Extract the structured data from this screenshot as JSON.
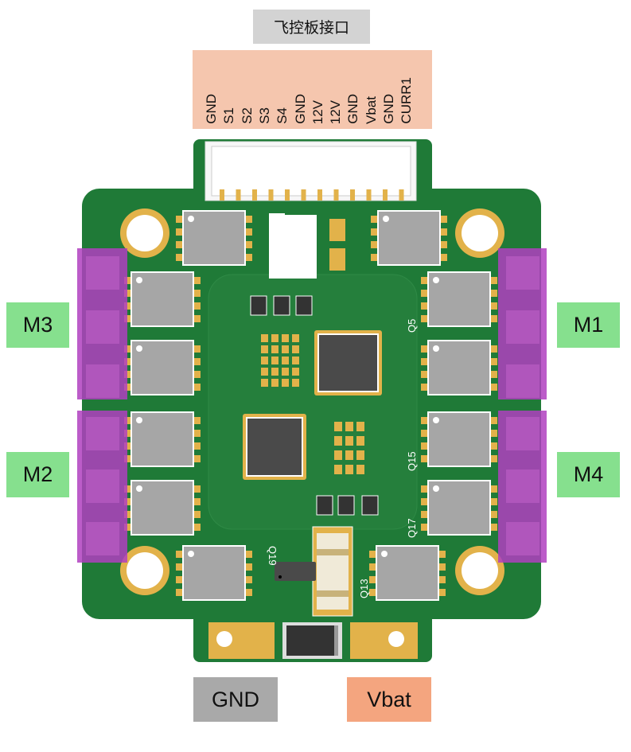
{
  "title": "飞控板接口",
  "header_pins": [
    "GND",
    "S1",
    "S2",
    "S3",
    "S4",
    "GND",
    "12V",
    "12V",
    "GND",
    "Vbat",
    "GND",
    "CURR1"
  ],
  "motors": {
    "m1": "M1",
    "m2": "M2",
    "m3": "M3",
    "m4": "M4"
  },
  "power": {
    "gnd": "GND",
    "vbat": "Vbat"
  },
  "silkscreen": {
    "q5": "Q5",
    "q15": "Q15",
    "q17": "Q17",
    "q13": "Q13",
    "q19": "Q19"
  },
  "colors": {
    "board": "#1f7a37",
    "pad": "#e2b24a",
    "mosfet": "#a6a6a6",
    "chip": "#4a4a4a",
    "motor_overlay": "#b040c0",
    "motor_label": "#86e08e",
    "header": "#f5c6ae",
    "gnd_box": "#a9a9a9",
    "vbat_box": "#f4a57f"
  }
}
